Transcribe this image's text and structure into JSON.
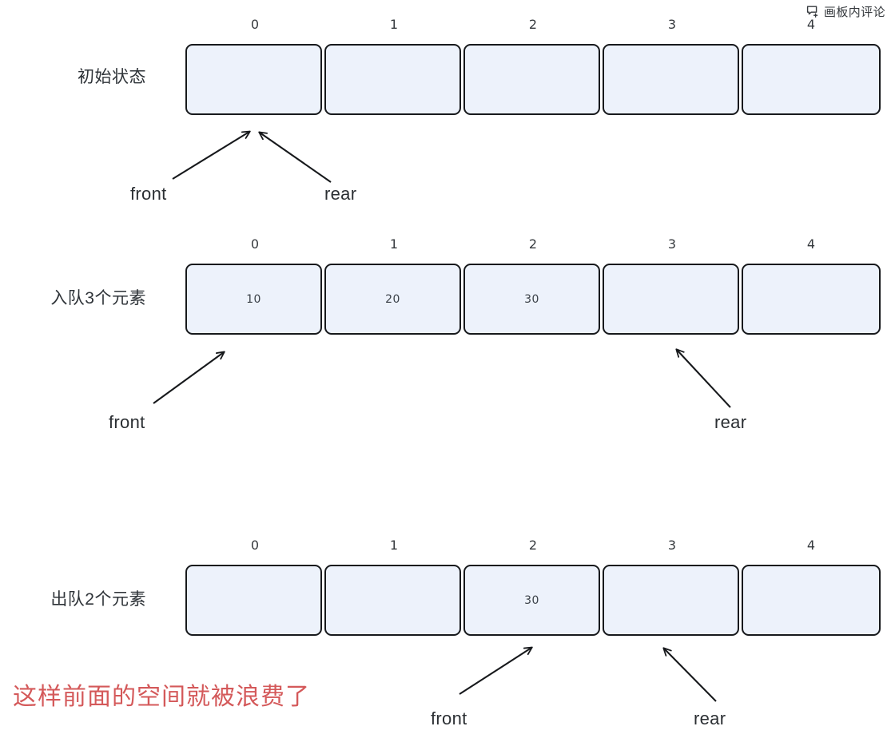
{
  "comment_badge": {
    "icon": "comment-add-icon",
    "label": "画板内评论"
  },
  "cell_fill_color": "#edf2fb",
  "cell_border_color": "#17191c",
  "red_note_color": "#d4595a",
  "indices": [
    "0",
    "1",
    "2",
    "3",
    "4"
  ],
  "rows": [
    {
      "label": "初始状态",
      "cells": [
        "",
        "",
        "",
        "",
        ""
      ],
      "pointers": [
        {
          "name": "front",
          "label": "front"
        },
        {
          "name": "rear",
          "label": "rear"
        }
      ]
    },
    {
      "label": "入队3个元素",
      "cells": [
        "10",
        "20",
        "30",
        "",
        ""
      ],
      "pointers": [
        {
          "name": "front",
          "label": "front"
        },
        {
          "name": "rear",
          "label": "rear"
        }
      ]
    },
    {
      "label": "出队2个元素",
      "cells": [
        "",
        "",
        "30",
        "",
        ""
      ],
      "pointers": [
        {
          "name": "front",
          "label": "front"
        },
        {
          "name": "rear",
          "label": "rear"
        }
      ]
    }
  ],
  "red_note": "这样前面的空间就被浪费了"
}
